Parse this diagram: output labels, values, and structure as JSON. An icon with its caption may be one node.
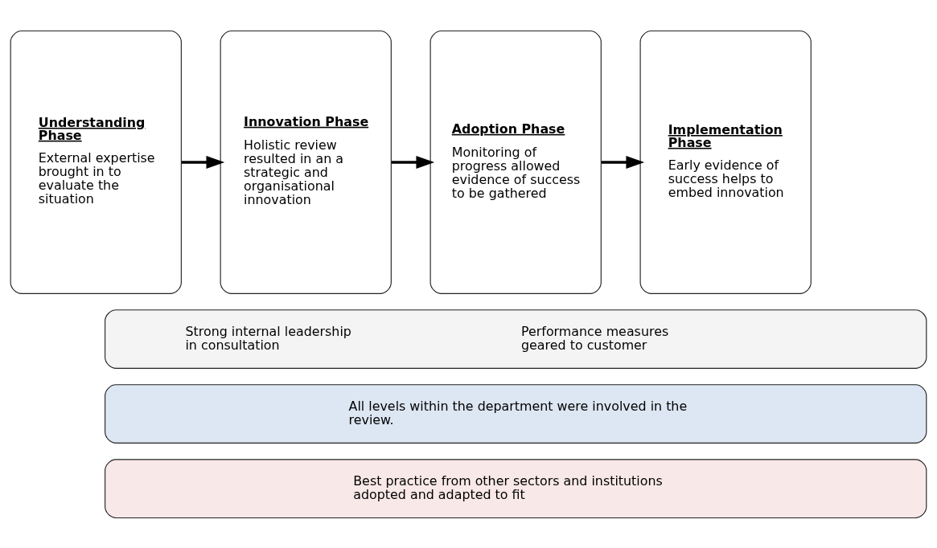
{
  "diagram": {
    "nodes": [
      {
        "text": [
          "Understanding Phase",
          "External expertise brought in to evaluate the situation"
        ]
      },
      {
        "text": [
          "Innovation Phase",
          "Holistic review resulted in an a strategic and organisational innovation"
        ]
      },
      {
        "text": [
          "Adoption Phase",
          "Monitoring of progress allowed evidence of success to be gathered"
        ]
      },
      {
        "text": [
          "Implementation Phase",
          "Early evidence of success helps to embed innovation"
        ]
      },
      {
        "text": [
          "Strong internal leadership in consultation",
          "Performance measures geared to customer"
        ]
      },
      {
        "text": [
          "All levels within the department were involved in the review."
        ]
      },
      {
        "text": [
          "Best practice from other sectors and institutions adopted and adapted to fit"
        ]
      }
    ],
    "edges": [
      {
        "from": 0,
        "to": 1,
        "arrow": "to"
      },
      {
        "from": 1,
        "to": 2,
        "arrow": "to"
      },
      {
        "from": 2,
        "to": 3,
        "arrow": "to"
      }
    ]
  }
}
